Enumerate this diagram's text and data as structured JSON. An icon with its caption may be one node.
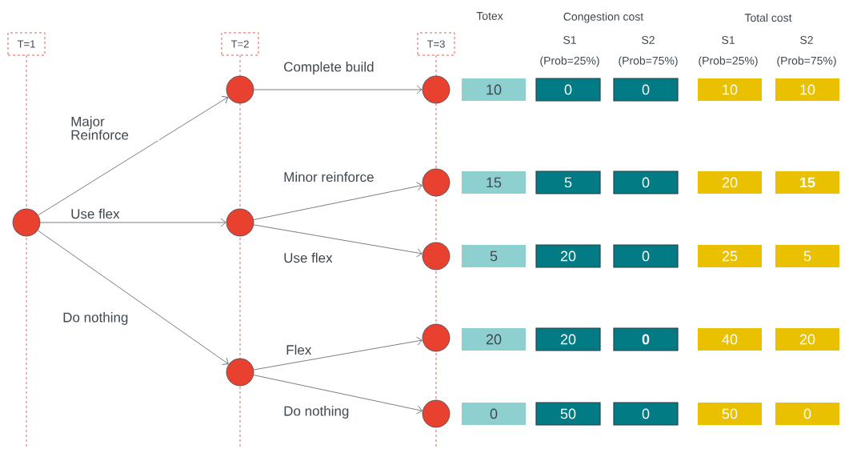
{
  "diagram": {
    "nodes": [
      {
        "text": [
          "T=1"
        ]
      },
      {
        "text": [
          "T=2"
        ]
      },
      {
        "text": [
          "T=3"
        ]
      },
      {
        "text": [],
        "shape": "circle"
      },
      {
        "text": [],
        "shape": "circle"
      },
      {
        "text": [],
        "shape": "circle"
      },
      {
        "text": [],
        "shape": "circle"
      },
      {
        "text": [],
        "shape": "circle"
      },
      {
        "text": [],
        "shape": "circle"
      },
      {
        "text": [],
        "shape": "circle"
      },
      {
        "text": [],
        "shape": "circle"
      },
      {
        "text": [],
        "shape": "circle"
      },
      {
        "text": [
          "10"
        ]
      },
      {
        "text": [
          "0"
        ]
      },
      {
        "text": [
          "0"
        ]
      },
      {
        "text": [
          "10"
        ]
      },
      {
        "text": [
          "10"
        ]
      },
      {
        "text": [
          "15"
        ]
      },
      {
        "text": [
          "5"
        ]
      },
      {
        "text": [
          "0"
        ]
      },
      {
        "text": [
          "20"
        ]
      },
      {
        "text": [
          "15"
        ]
      },
      {
        "text": [
          "5"
        ]
      },
      {
        "text": [
          "20"
        ]
      },
      {
        "text": [
          "0"
        ]
      },
      {
        "text": [
          "25"
        ]
      },
      {
        "text": [
          "5"
        ]
      },
      {
        "text": [
          "20"
        ]
      },
      {
        "text": [
          "20"
        ]
      },
      {
        "text": [
          "0"
        ]
      },
      {
        "text": [
          "40"
        ]
      },
      {
        "text": [
          "20"
        ]
      },
      {
        "text": [
          "0"
        ]
      },
      {
        "text": [
          "50"
        ]
      },
      {
        "text": [
          "0"
        ]
      },
      {
        "text": [
          "50"
        ]
      },
      {
        "text": [
          "0"
        ]
      }
    ],
    "edges": [
      {
        "from": 3,
        "to": 4,
        "arrow": "to",
        "label": "Major Reinforce"
      },
      {
        "from": 3,
        "to": 5,
        "arrow": "to",
        "label": "Use flex"
      },
      {
        "from": 3,
        "to": 6,
        "arrow": "to",
        "label": "Do nothing"
      },
      {
        "from": 4,
        "to": 7,
        "arrow": "to",
        "label": "Complete build"
      },
      {
        "from": 5,
        "to": 8,
        "arrow": "to",
        "label": "Minor reinforce"
      },
      {
        "from": 5,
        "to": 9,
        "arrow": "to",
        "label": "Use flex"
      },
      {
        "from": 6,
        "to": 10,
        "arrow": "to",
        "label": "Flex"
      },
      {
        "from": 6,
        "to": 11,
        "arrow": "to",
        "label": "Do nothing"
      }
    ],
    "labels": [
      "Totex",
      "Congestion cost",
      "Total cost",
      "S1",
      "S2",
      "S1",
      "S2",
      "(Prob=25%)",
      "(Prob=75%)",
      "(Prob=25%)",
      "(Prob=75%)"
    ]
  }
}
